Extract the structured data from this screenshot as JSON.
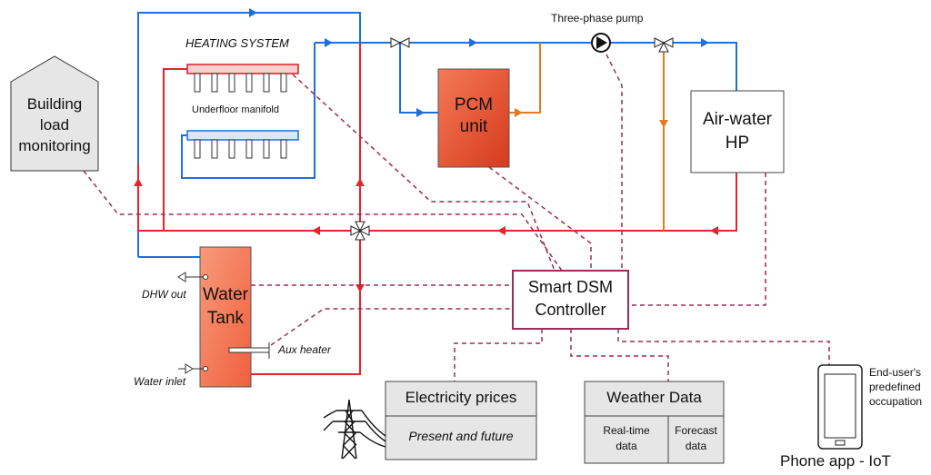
{
  "labels": {
    "heating_system": "HEATING SYSTEM",
    "underfloor_manifold": "Underfloor manifold",
    "three_phase_pump": "Three-phase pump",
    "pcm_unit": "PCM\nunit",
    "air_water_hp": "Air-water\nHP",
    "building_load": "Building\nload\nmonitoring",
    "water_tank": "Water\nTank",
    "dhw_out": "DHW out",
    "water_inlet": "Water inlet",
    "aux_heater": "Aux heater",
    "smart_dsm": "Smart DSM\nController",
    "electricity_prices": "Electricity prices",
    "present_future": "Present and future",
    "weather_data": "Weather Data",
    "real_time": "Real-time\ndata",
    "forecast": "Forecast\ndata",
    "end_user": "End-user's\npredefined\noccupation",
    "phone_app": "Phone app - IoT"
  },
  "colors": {
    "supply_line": "#1e6fd9",
    "return_line": "#e3262b",
    "orange_line": "#e37b22",
    "control_line": "#9c2b58",
    "tank_fill": "#f47c5a",
    "pcm_fill": "#ec4a2e",
    "box_gray": "#e6e6e6"
  }
}
